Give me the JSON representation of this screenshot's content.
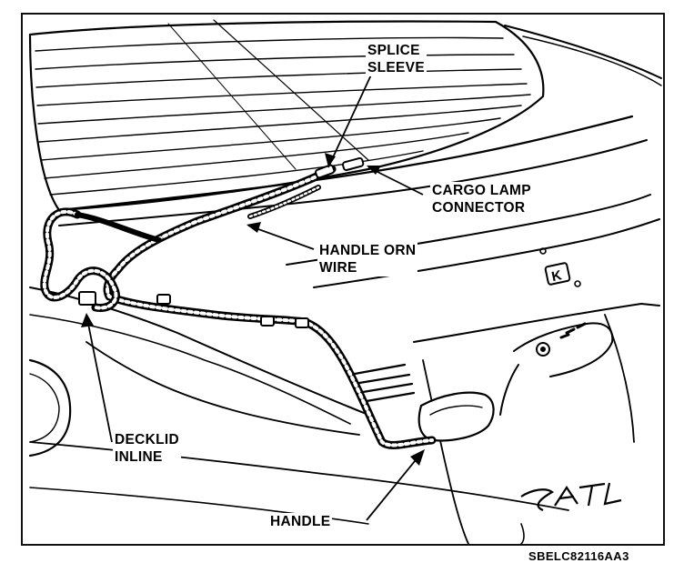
{
  "labels": {
    "splice_line1": "SPLICE",
    "splice_line2": "SLEEVE",
    "cargo_line1": "CARGO LAMP",
    "cargo_line2": "CONNECTOR",
    "handle_orn_line1": "HANDLE ORN",
    "handle_orn_line2": "WIRE",
    "decklid_line1": "DECKLID",
    "decklid_line2": "INLINE",
    "handle": "HANDLE"
  },
  "badge_letter": "K",
  "emblem_text": "SATL",
  "figure_code": "SBELC82116AA3"
}
